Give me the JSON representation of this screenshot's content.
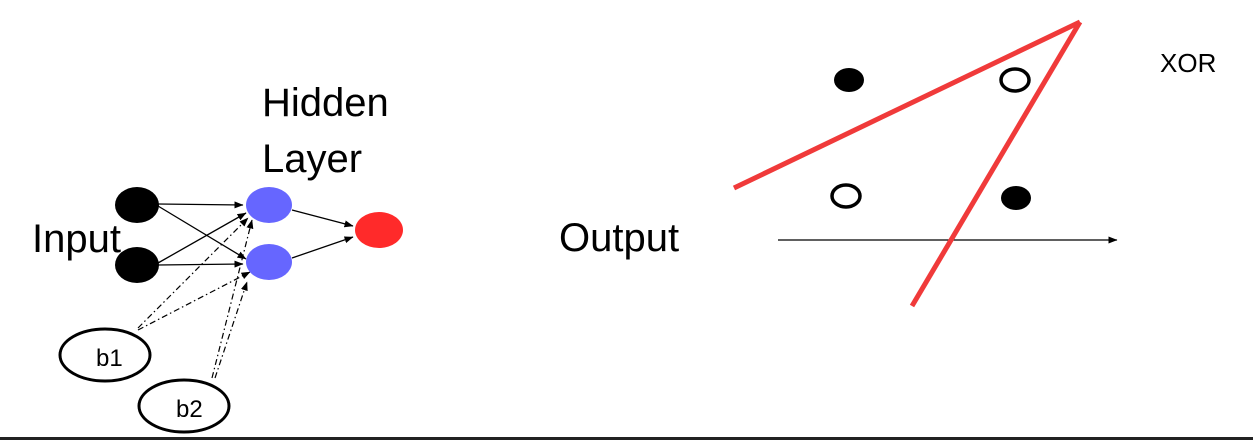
{
  "labels": {
    "hidden_line1": "Hidden",
    "hidden_line2": "Layer",
    "input": "Input",
    "output": "Output",
    "xor": "XOR",
    "bias1": "b1",
    "bias2": "b2"
  },
  "colors": {
    "input_node": "#000000",
    "hidden_node": "#6666ff",
    "output_node": "#ff2a2a",
    "separator_line": "#f03a3a",
    "filled_point": "#000000",
    "hollow_point": "#ffffff"
  },
  "xor_plot": {
    "points": [
      {
        "fill": "filled"
      },
      {
        "fill": "hollow"
      },
      {
        "fill": "hollow"
      },
      {
        "fill": "filled"
      }
    ]
  }
}
